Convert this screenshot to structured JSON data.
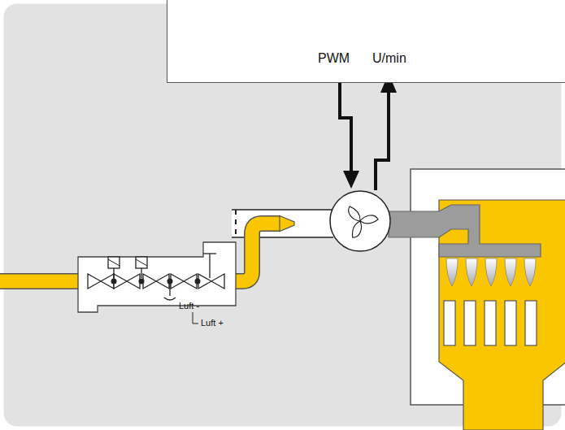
{
  "diagram": {
    "nodes": [
      {
        "text": [
          "PWM",
          "U/min"
        ]
      }
    ],
    "labels": [
      "Luft -",
      "Luft +"
    ]
  }
}
